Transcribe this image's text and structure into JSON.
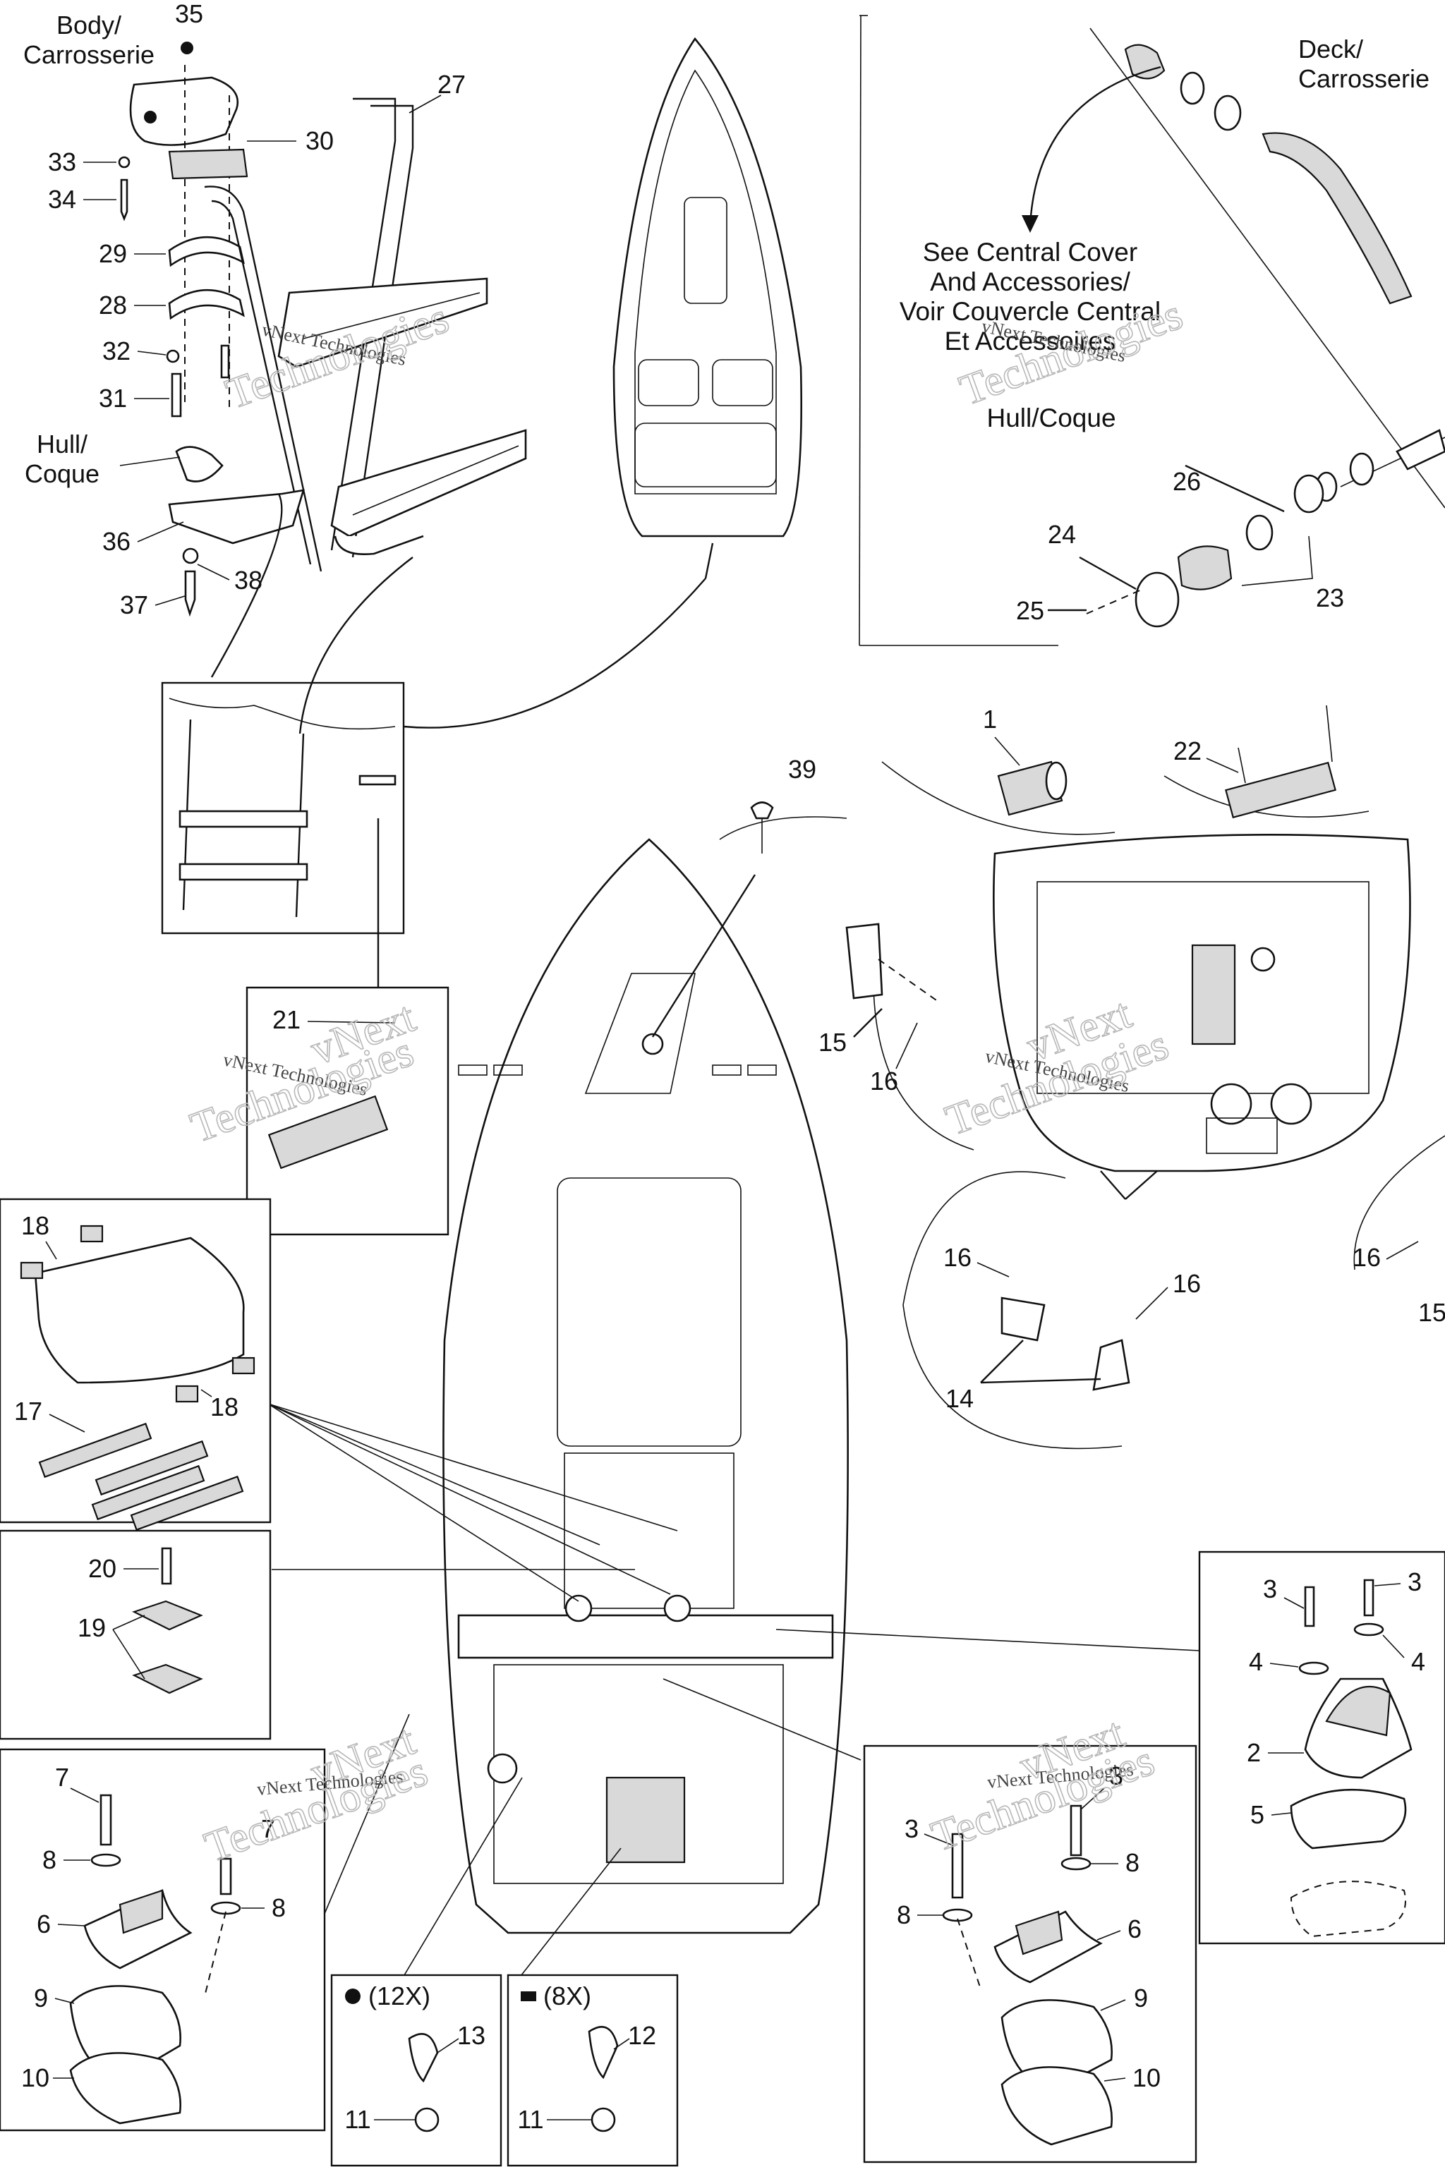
{
  "labels": {
    "body": "Body/",
    "carrosserie": "Carrosserie",
    "hull": "Hull/",
    "coque": "Coque",
    "deck": "Deck/",
    "deck_carrosserie": "Carrosserie",
    "hull_coque": "Hull/Coque",
    "see_central_1": "See Central Cover",
    "see_central_2": "And Accessories/",
    "see_central_3": "Voir Couvercle Central",
    "see_central_4": "Et Accessoires",
    "qty_clamp": "(12X)",
    "qty_tie": "(8X)"
  },
  "watermark": {
    "line1": "vNext",
    "line2": "Technologies",
    "small": "vNext Technologies"
  },
  "callouts": [
    "1",
    "2",
    "3",
    "4",
    "5",
    "6",
    "7",
    "8",
    "9",
    "10",
    "11",
    "12",
    "13",
    "14",
    "15",
    "16",
    "17",
    "18",
    "19",
    "20",
    "21",
    "22",
    "23",
    "24",
    "25",
    "26",
    "27",
    "28",
    "29",
    "30",
    "31",
    "32",
    "33",
    "34",
    "35",
    "36",
    "37",
    "38",
    "39"
  ]
}
